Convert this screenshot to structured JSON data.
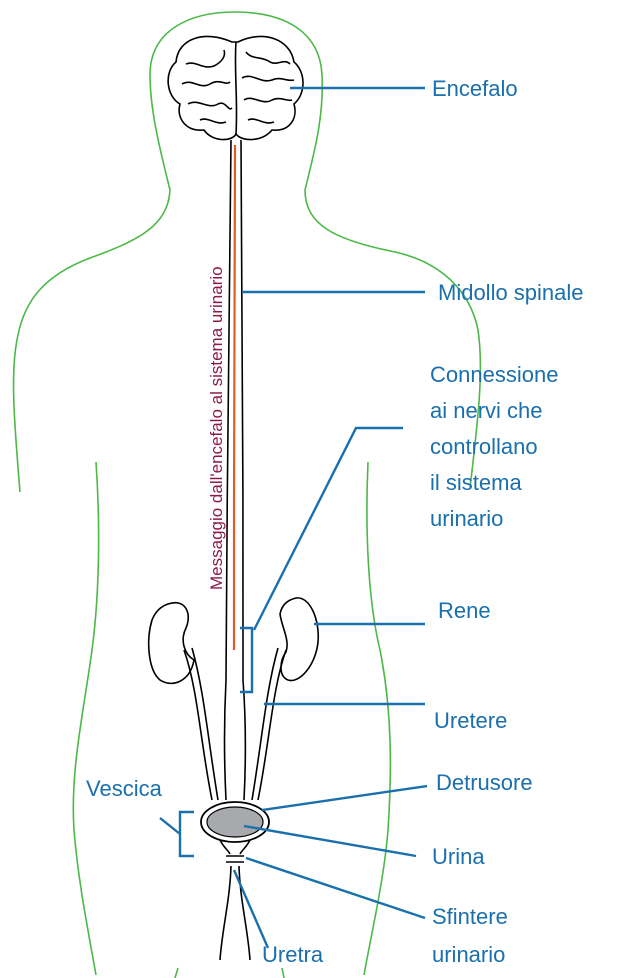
{
  "labels": {
    "encefalo": "Encefalo",
    "midollo": "Midollo spinale",
    "connessione": [
      "Connessione",
      "ai nervi che",
      "controllano",
      "il sistema",
      "urinario"
    ],
    "rene": "Rene",
    "uretere": "Uretere",
    "detrusore": "Detrusore",
    "urina": "Urina",
    "vescica": "Vescica",
    "sfintere": [
      "Sfintere",
      "urinario"
    ],
    "uretra": "Uretra",
    "messaggio": "Messaggio dall'encefalo al sistema urinario"
  },
  "colors": {
    "label": "#1a6fad",
    "message": "#8b1a4a",
    "body_outline": "#4cb848",
    "nerve_path": "#e05a2b",
    "urine": "#a7a9ac"
  }
}
